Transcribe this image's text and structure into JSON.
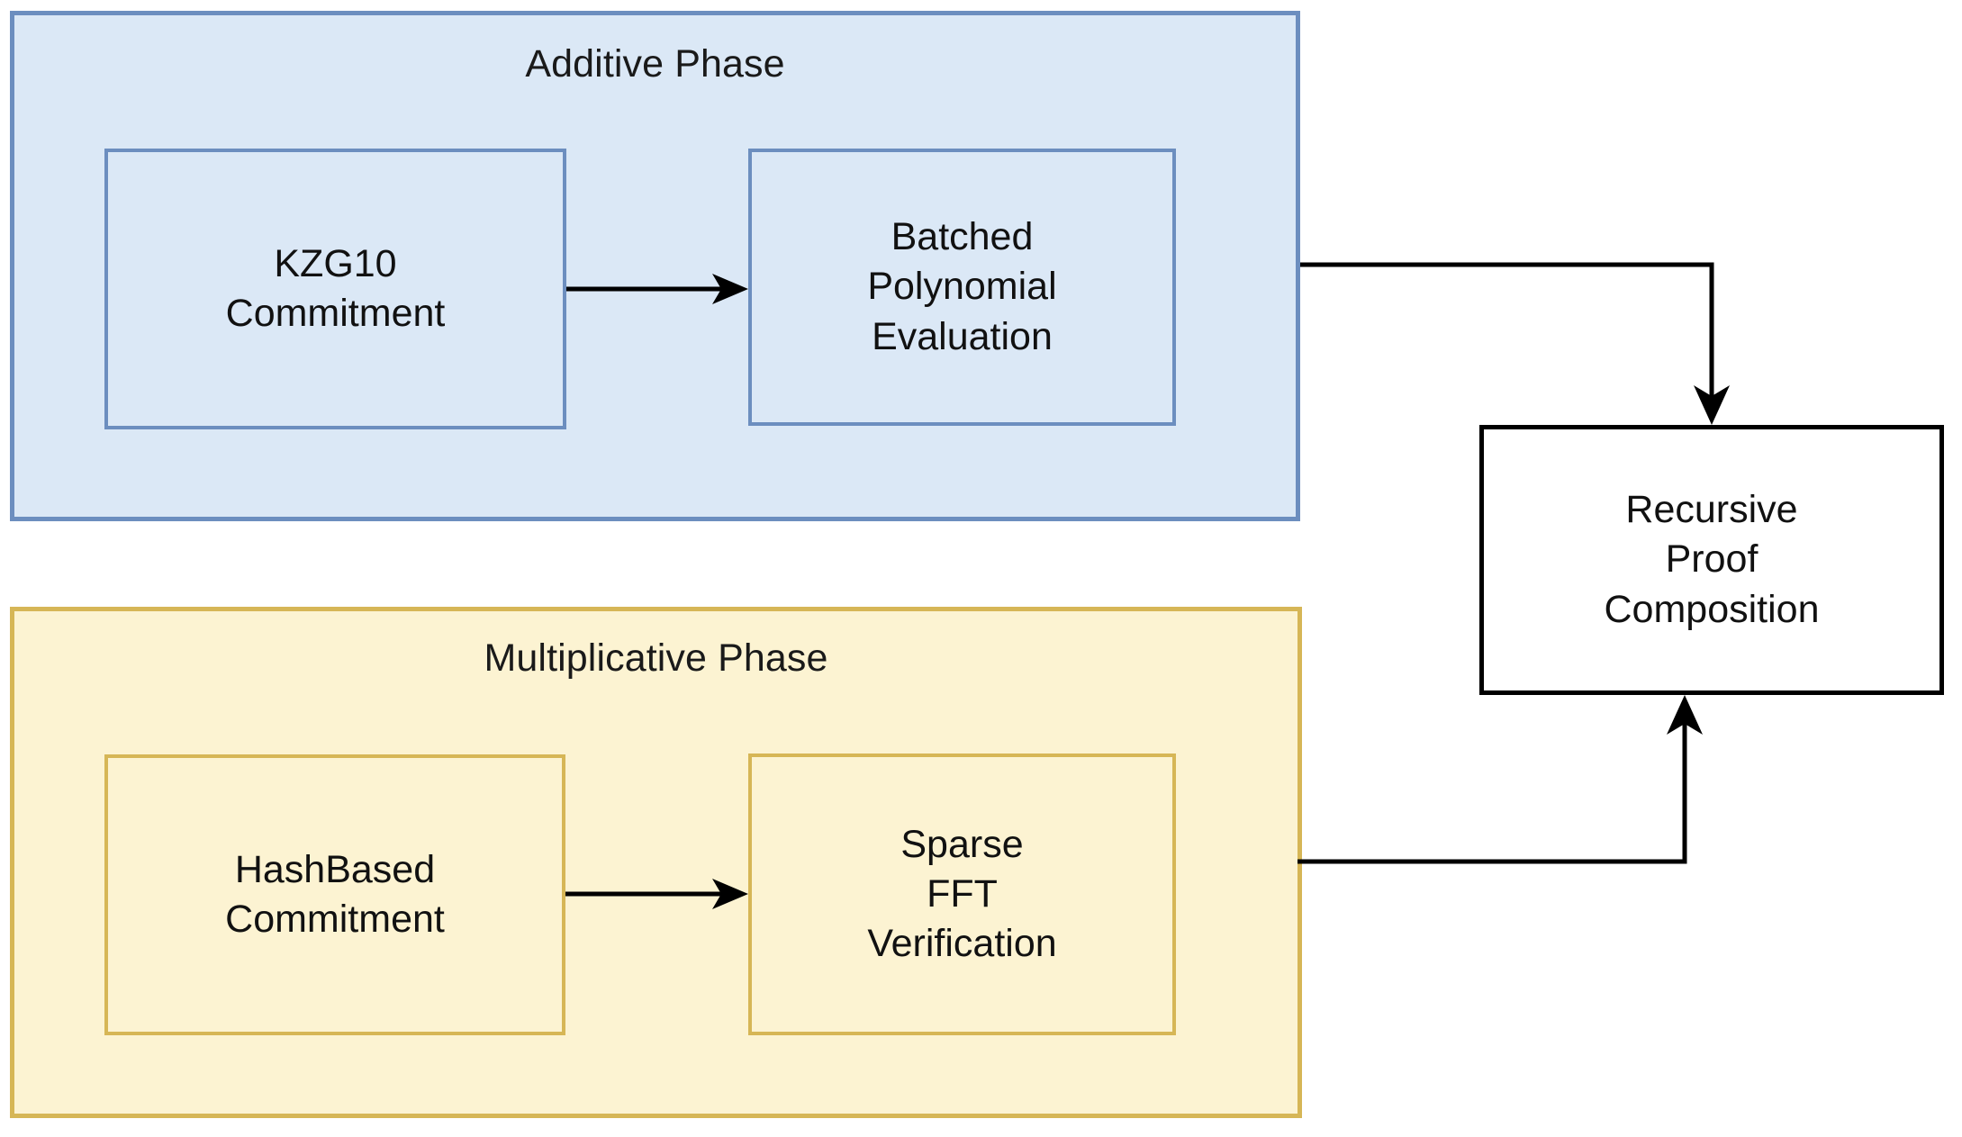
{
  "diagram": {
    "title_additive": "Additive Phase",
    "title_multiplicative": "Multiplicative Phase",
    "colors": {
      "blue_fill": "#dbe8f6",
      "blue_stroke": "#6c8ebf",
      "yellow_fill": "#fcf3d2",
      "yellow_stroke": "#d6b656",
      "plain_fill": "#ffffff",
      "plain_stroke": "#000000",
      "text": "#111111",
      "background": "#ffffff"
    },
    "groups": [
      {
        "id": "additive-phase",
        "label": "Additive Phase",
        "nodes": [
          {
            "id": "kzg10-commitment",
            "label": "KZG10\nCommitment",
            "line1": "KZG10",
            "line2": "Commitment",
            "line3": ""
          },
          {
            "id": "batched-polynomial-evaluation",
            "label": "Batched Polynomial Evaluation",
            "line1": "Batched",
            "line2": "Polynomial",
            "line3": "Evaluation"
          }
        ]
      },
      {
        "id": "multiplicative-phase",
        "label": "Multiplicative Phase",
        "nodes": [
          {
            "id": "hashbased-commitment",
            "label": "HashBased Commitment",
            "line1": "HashBased",
            "line2": "Commitment",
            "line3": ""
          },
          {
            "id": "sparse-fft-verification",
            "label": "Sparse FFT Verification",
            "line1": "Sparse",
            "line2": "FFT",
            "line3": "Verification"
          }
        ]
      }
    ],
    "output_node": {
      "id": "recursive-proof-composition",
      "label": "Recursive Proof Composition",
      "line1": "Recursive",
      "line2": "Proof",
      "line3": "Composition"
    },
    "edges": [
      {
        "id": "kzg10-to-batched",
        "from": "kzg10-commitment",
        "to": "batched-polynomial-evaluation",
        "arrow": "right"
      },
      {
        "id": "hashbased-to-sparsefft",
        "from": "hashbased-commitment",
        "to": "sparse-fft-verification",
        "arrow": "right"
      },
      {
        "id": "additive-to-recursive",
        "from": "additive-phase",
        "to": "recursive-proof-composition",
        "arrow": "down"
      },
      {
        "id": "multiplicative-to-recursive",
        "from": "multiplicative-phase",
        "to": "recursive-proof-composition",
        "arrow": "up"
      }
    ]
  },
  "node_text": {
    "kzg10": {
      "l1": "KZG10",
      "l2": "Commitment"
    },
    "batched": {
      "l1": "Batched",
      "l2": "Polynomial",
      "l3": "Evaluation"
    },
    "hashbased": {
      "l1": "HashBased",
      "l2": "Commitment"
    },
    "sparsefft": {
      "l1": "Sparse",
      "l2": "FFT",
      "l3": "Verification"
    },
    "recursive": {
      "l1": "Recursive",
      "l2": "Proof",
      "l3": "Composition"
    }
  }
}
